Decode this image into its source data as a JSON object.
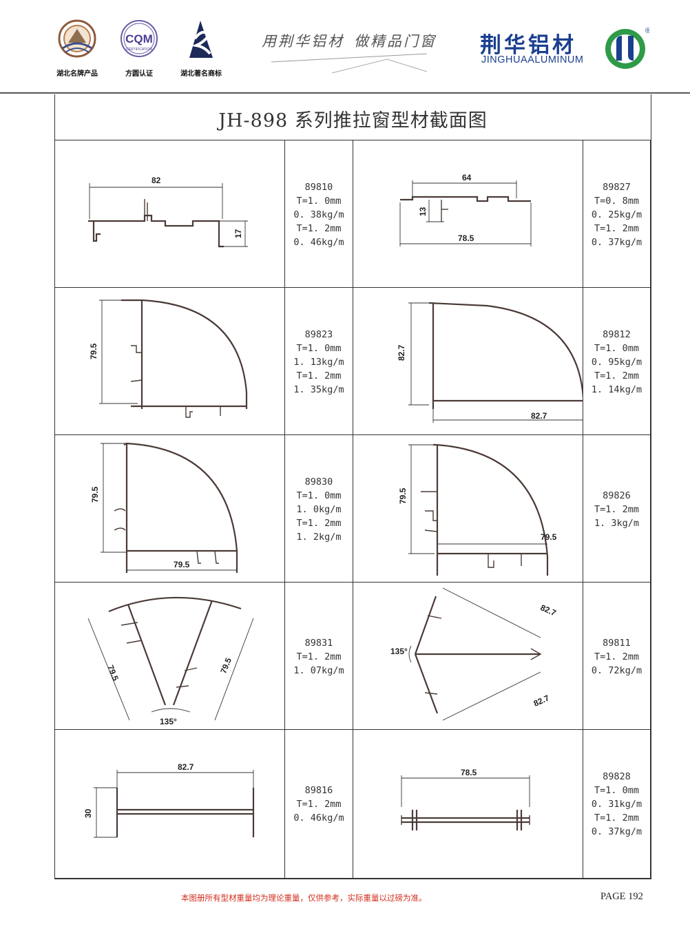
{
  "header": {
    "badges": [
      {
        "caption": "湖北名牌产品",
        "icon": "hubei-brand-medal-icon"
      },
      {
        "caption": "方圆认证",
        "icon": "cqm-certification-seal-icon",
        "seal_text": "CQM",
        "seal_sub": "CERTIFICATION"
      },
      {
        "caption": "湖北著名商标",
        "icon": "hubei-famous-trademark-icon"
      }
    ],
    "slogan_left": "用荆华铝材",
    "slogan_right": "做精品门窗",
    "brand_cn": "荆华铝材",
    "brand_en": "JINGHUAALUMINUM",
    "registered_mark": "®",
    "colors": {
      "brand_blue": "#1a3f8f",
      "logo_green": "#2f9a48",
      "footnote_red": "#d32d1e"
    }
  },
  "title": "JH-898 系列推拉窗型材截面图",
  "profiles": [
    {
      "code": "89810",
      "specs": [
        "T=1. 0mm",
        "0. 38kg/m",
        "T=1. 2mm",
        "0. 46kg/m"
      ],
      "dims": [
        "82",
        "17"
      ]
    },
    {
      "code": "89827",
      "specs": [
        "T=0. 8mm",
        "0. 25kg/m",
        "T=1. 2mm",
        "0. 37kg/m"
      ],
      "dims": [
        "64",
        "13",
        "78.5"
      ]
    },
    {
      "code": "89823",
      "specs": [
        "T=1. 0mm",
        "1. 13kg/m",
        "T=1. 2mm",
        "1. 35kg/m"
      ],
      "dims": [
        "79.5"
      ]
    },
    {
      "code": "89812",
      "specs": [
        "T=1. 0mm",
        "0. 95kg/m",
        "T=1. 2mm",
        "1. 14kg/m"
      ],
      "dims": [
        "82.7",
        "82.7"
      ]
    },
    {
      "code": "89830",
      "specs": [
        "T=1. 0mm",
        "1. 0kg/m",
        "T=1. 2mm",
        "1. 2kg/m"
      ],
      "dims": [
        "79.5",
        "79.5"
      ]
    },
    {
      "code": "89826",
      "specs": [
        "T=1. 2mm",
        "1. 3kg/m"
      ],
      "dims": [
        "79.5",
        "79.5"
      ]
    },
    {
      "code": "89831",
      "specs": [
        "T=1. 2mm",
        "1. 07kg/m"
      ],
      "dims": [
        "79.5",
        "79.5",
        "135°"
      ]
    },
    {
      "code": "89811",
      "specs": [
        "T=1. 2mm",
        "0. 72kg/m"
      ],
      "dims": [
        "82.7",
        "82.7",
        "135°"
      ]
    },
    {
      "code": "89816",
      "specs": [
        "T=1. 2mm",
        "0. 46kg/m"
      ],
      "dims": [
        "82.7",
        "30"
      ]
    },
    {
      "code": "89828",
      "specs": [
        "T=1. 0mm",
        "0. 31kg/m",
        "T=1. 2mm",
        "0. 37kg/m"
      ],
      "dims": [
        "78.5"
      ]
    }
  ],
  "footnote": "本图册所有型材重量均为理论重量，仅供参考，实际重量以过磅为准。",
  "page_label": "PAGE 192"
}
